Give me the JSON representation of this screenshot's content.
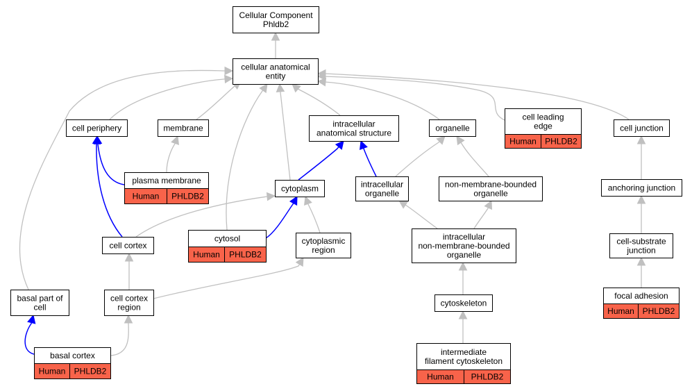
{
  "colors": {
    "is_a_edge": "#c0c0c0",
    "part_of_edge": "#0000ff",
    "annotation_fill": "#f8634a",
    "node_border": "#000000"
  },
  "nodes": {
    "root": {
      "lines": [
        "Cellular Component",
        "Phldb2"
      ]
    },
    "cae": {
      "lines": [
        "cellular anatomical",
        "entity"
      ]
    },
    "cell_periphery": {
      "lines": [
        "cell periphery"
      ]
    },
    "membrane": {
      "lines": [
        "membrane"
      ]
    },
    "ias": {
      "lines": [
        "intracellular",
        "anatomical structure"
      ]
    },
    "organelle": {
      "lines": [
        "organelle"
      ]
    },
    "leading_edge": {
      "lines": [
        "cell leading",
        "edge"
      ],
      "species": "Human",
      "gene": "PHLDB2"
    },
    "cell_junction": {
      "lines": [
        "cell junction"
      ]
    },
    "plasma_membrane": {
      "lines": [
        "plasma membrane"
      ],
      "species": "Human",
      "gene": "PHLDB2"
    },
    "cytoplasm": {
      "lines": [
        "cytoplasm"
      ]
    },
    "intracellular_organelle": {
      "lines": [
        "intracellular",
        "organelle"
      ]
    },
    "nmbo": {
      "lines": [
        "non-membrane-bounded",
        "organelle"
      ]
    },
    "anchoring_junction": {
      "lines": [
        "anchoring junction"
      ]
    },
    "cell_cortex": {
      "lines": [
        "cell cortex"
      ]
    },
    "cytosol": {
      "lines": [
        "cytosol"
      ],
      "species": "Human",
      "gene": "PHLDB2"
    },
    "cytoplasmic_region": {
      "lines": [
        "cytoplasmic",
        "region"
      ]
    },
    "inmbo": {
      "lines": [
        "intracellular",
        "non-membrane-bounded",
        "organelle"
      ]
    },
    "csj": {
      "lines": [
        "cell-substrate",
        "junction"
      ]
    },
    "basal_part": {
      "lines": [
        "basal part of",
        "cell"
      ]
    },
    "cortex_region": {
      "lines": [
        "cell cortex",
        "region"
      ]
    },
    "cytoskeleton": {
      "lines": [
        "cytoskeleton"
      ]
    },
    "focal_adhesion": {
      "lines": [
        "focal adhesion"
      ],
      "species": "Human",
      "gene": "PHLDB2"
    },
    "basal_cortex": {
      "lines": [
        "basal cortex"
      ],
      "species": "Human",
      "gene": "PHLDB2"
    },
    "ifc": {
      "lines": [
        "intermediate",
        "filament cytoskeleton"
      ],
      "species": "Human",
      "gene": "PHLDB2"
    }
  },
  "edges": [
    {
      "from": "cae",
      "to": "root",
      "type": "is_a"
    },
    {
      "from": "cell_periphery",
      "to": "cae",
      "type": "is_a"
    },
    {
      "from": "membrane",
      "to": "cae",
      "type": "is_a"
    },
    {
      "from": "cytosol",
      "to": "cae",
      "type": "is_a"
    },
    {
      "from": "cytoplasm",
      "to": "cae",
      "type": "is_a"
    },
    {
      "from": "ias",
      "to": "cae",
      "type": "is_a"
    },
    {
      "from": "organelle",
      "to": "cae",
      "type": "is_a"
    },
    {
      "from": "leading_edge",
      "to": "cae",
      "type": "is_a"
    },
    {
      "from": "cell_junction",
      "to": "cae",
      "type": "is_a"
    },
    {
      "from": "basal_part",
      "to": "cae",
      "type": "is_a"
    },
    {
      "from": "plasma_membrane",
      "to": "membrane",
      "type": "is_a"
    },
    {
      "from": "plasma_membrane",
      "to": "cell_periphery",
      "type": "part_of"
    },
    {
      "from": "cell_cortex",
      "to": "cell_periphery",
      "type": "part_of"
    },
    {
      "from": "cytoplasm",
      "to": "ias",
      "type": "part_of"
    },
    {
      "from": "intracellular_organelle",
      "to": "ias",
      "type": "part_of"
    },
    {
      "from": "intracellular_organelle",
      "to": "organelle",
      "type": "is_a"
    },
    {
      "from": "nmbo",
      "to": "organelle",
      "type": "is_a"
    },
    {
      "from": "cell_cortex",
      "to": "cytoplasm",
      "type": "is_a"
    },
    {
      "from": "cytosol",
      "to": "cytoplasm",
      "type": "part_of"
    },
    {
      "from": "cytoplasmic_region",
      "to": "cytoplasm",
      "type": "is_a"
    },
    {
      "from": "inmbo",
      "to": "intracellular_organelle",
      "type": "is_a"
    },
    {
      "from": "inmbo",
      "to": "nmbo",
      "type": "is_a"
    },
    {
      "from": "anchoring_junction",
      "to": "cell_junction",
      "type": "is_a"
    },
    {
      "from": "csj",
      "to": "anchoring_junction",
      "type": "is_a"
    },
    {
      "from": "focal_adhesion",
      "to": "csj",
      "type": "is_a"
    },
    {
      "from": "cortex_region",
      "to": "cell_cortex",
      "type": "is_a"
    },
    {
      "from": "cortex_region",
      "to": "cytoplasmic_region",
      "type": "is_a"
    },
    {
      "from": "cytoskeleton",
      "to": "inmbo",
      "type": "is_a"
    },
    {
      "from": "ifc",
      "to": "cytoskeleton",
      "type": "is_a"
    },
    {
      "from": "basal_cortex",
      "to": "basal_part",
      "type": "part_of"
    },
    {
      "from": "basal_cortex",
      "to": "cortex_region",
      "type": "is_a"
    }
  ]
}
